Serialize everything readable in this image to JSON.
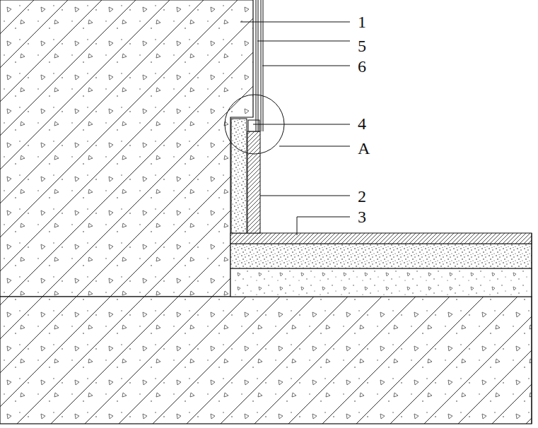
{
  "diagram": {
    "labels": [
      "1",
      "5",
      "6",
      "4",
      "A",
      "2",
      "3"
    ]
  }
}
